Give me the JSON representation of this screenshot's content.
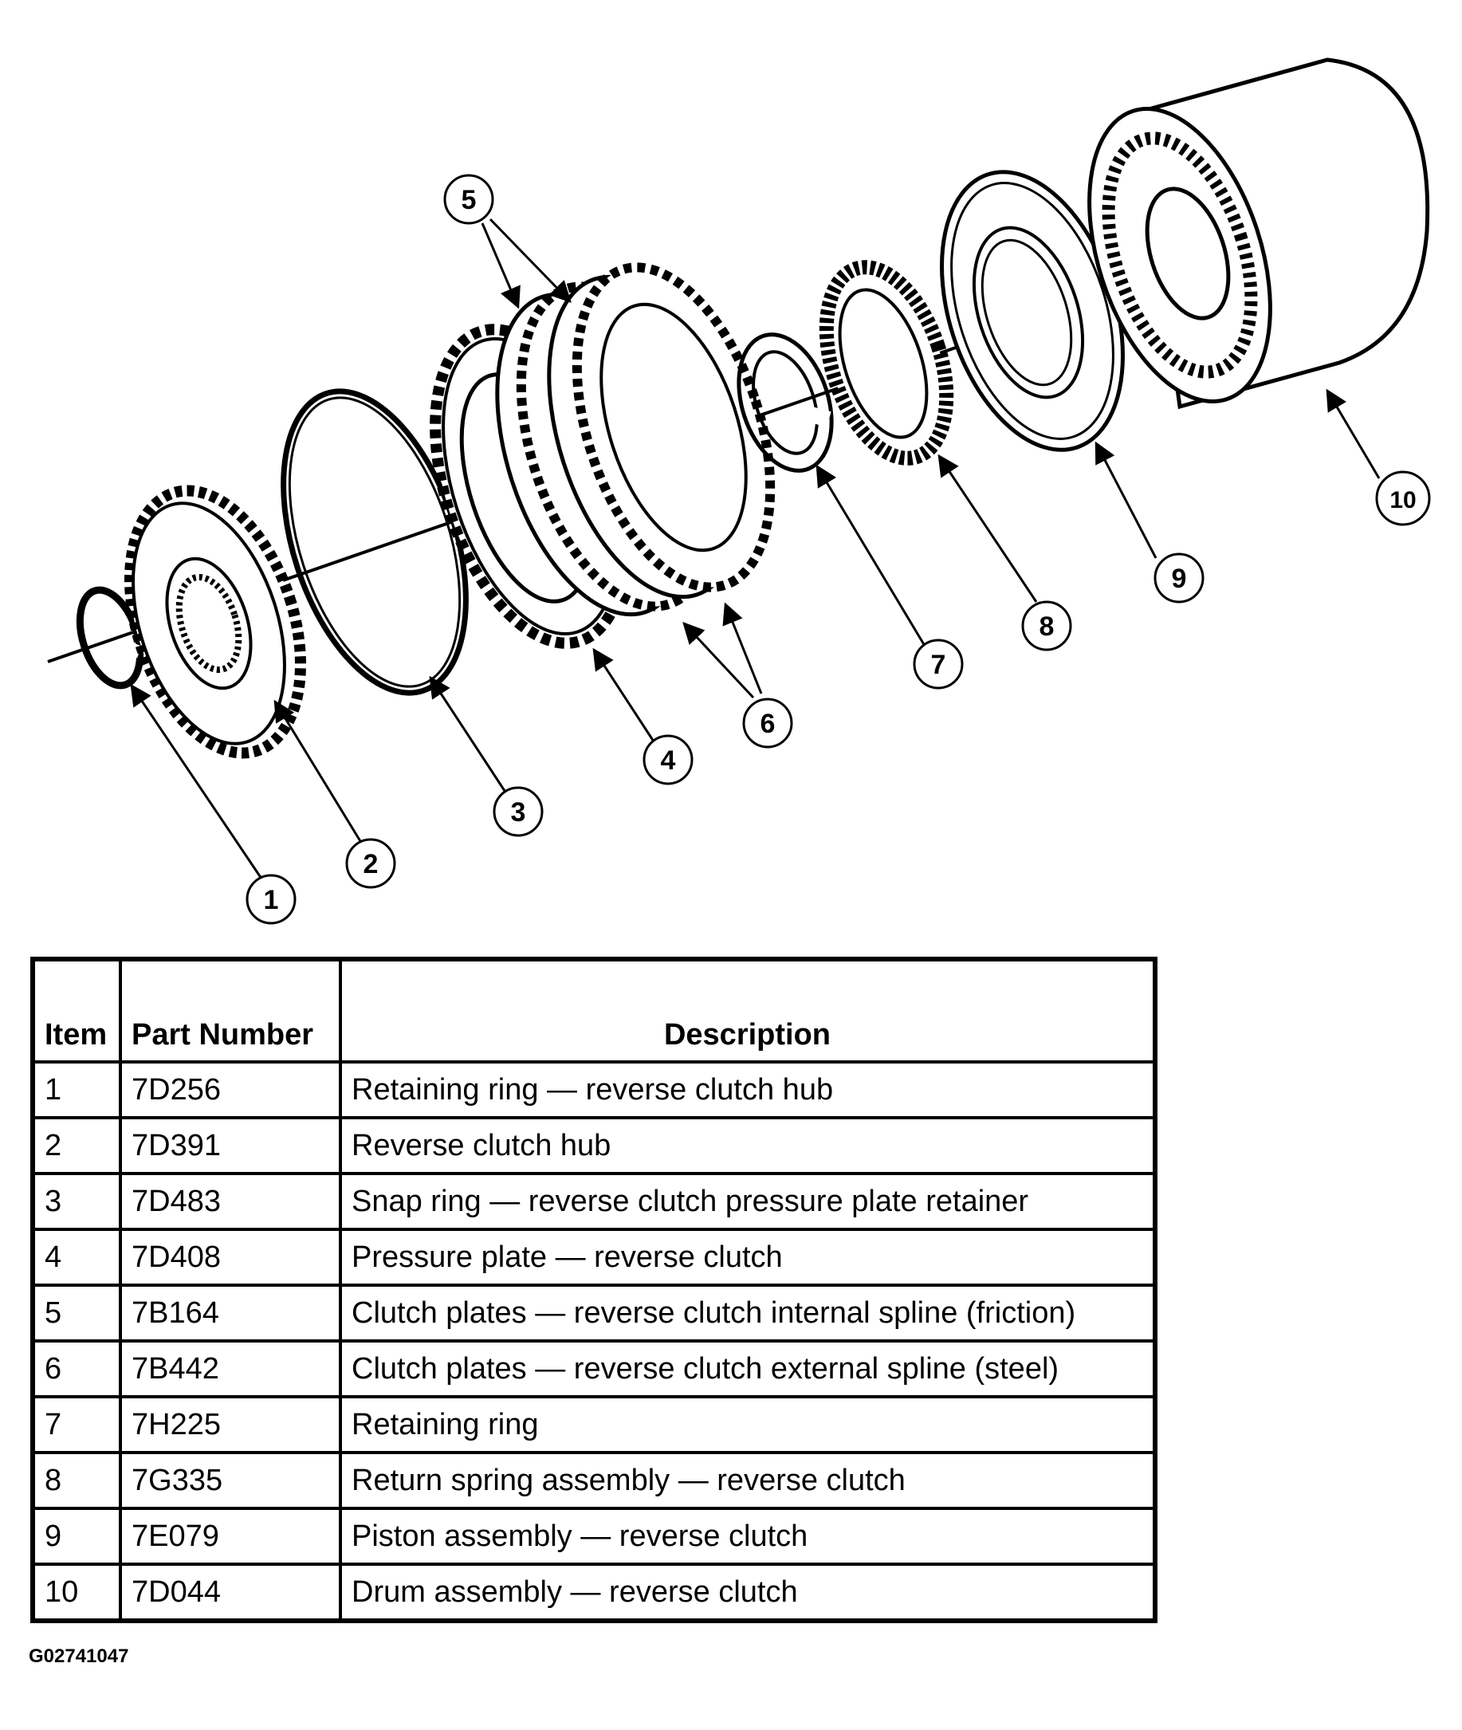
{
  "callouts": [
    "1",
    "2",
    "3",
    "4",
    "5",
    "6",
    "7",
    "8",
    "9",
    "10"
  ],
  "table": {
    "headers": {
      "item": "Item",
      "part_number": "Part Number",
      "description": "Description"
    },
    "rows": [
      {
        "item": "1",
        "part_number": "7D256",
        "description": "Retaining ring — reverse clutch hub"
      },
      {
        "item": "2",
        "part_number": "7D391",
        "description": "Reverse clutch hub"
      },
      {
        "item": "3",
        "part_number": "7D483",
        "description": "Snap ring — reverse clutch pressure plate retainer"
      },
      {
        "item": "4",
        "part_number": "7D408",
        "description": "Pressure plate — reverse clutch"
      },
      {
        "item": "5",
        "part_number": "7B164",
        "description": "Clutch plates — reverse clutch internal spline (friction)"
      },
      {
        "item": "6",
        "part_number": "7B442",
        "description": "Clutch plates — reverse clutch external spline (steel)"
      },
      {
        "item": "7",
        "part_number": "7H225",
        "description": "Retaining ring"
      },
      {
        "item": "8",
        "part_number": "7G335",
        "description": "Return spring assembly — reverse clutch"
      },
      {
        "item": "9",
        "part_number": "7E079",
        "description": "Piston assembly — reverse clutch"
      },
      {
        "item": "10",
        "part_number": "7D044",
        "description": "Drum assembly — reverse clutch"
      }
    ]
  },
  "reference_code": "G02741047"
}
